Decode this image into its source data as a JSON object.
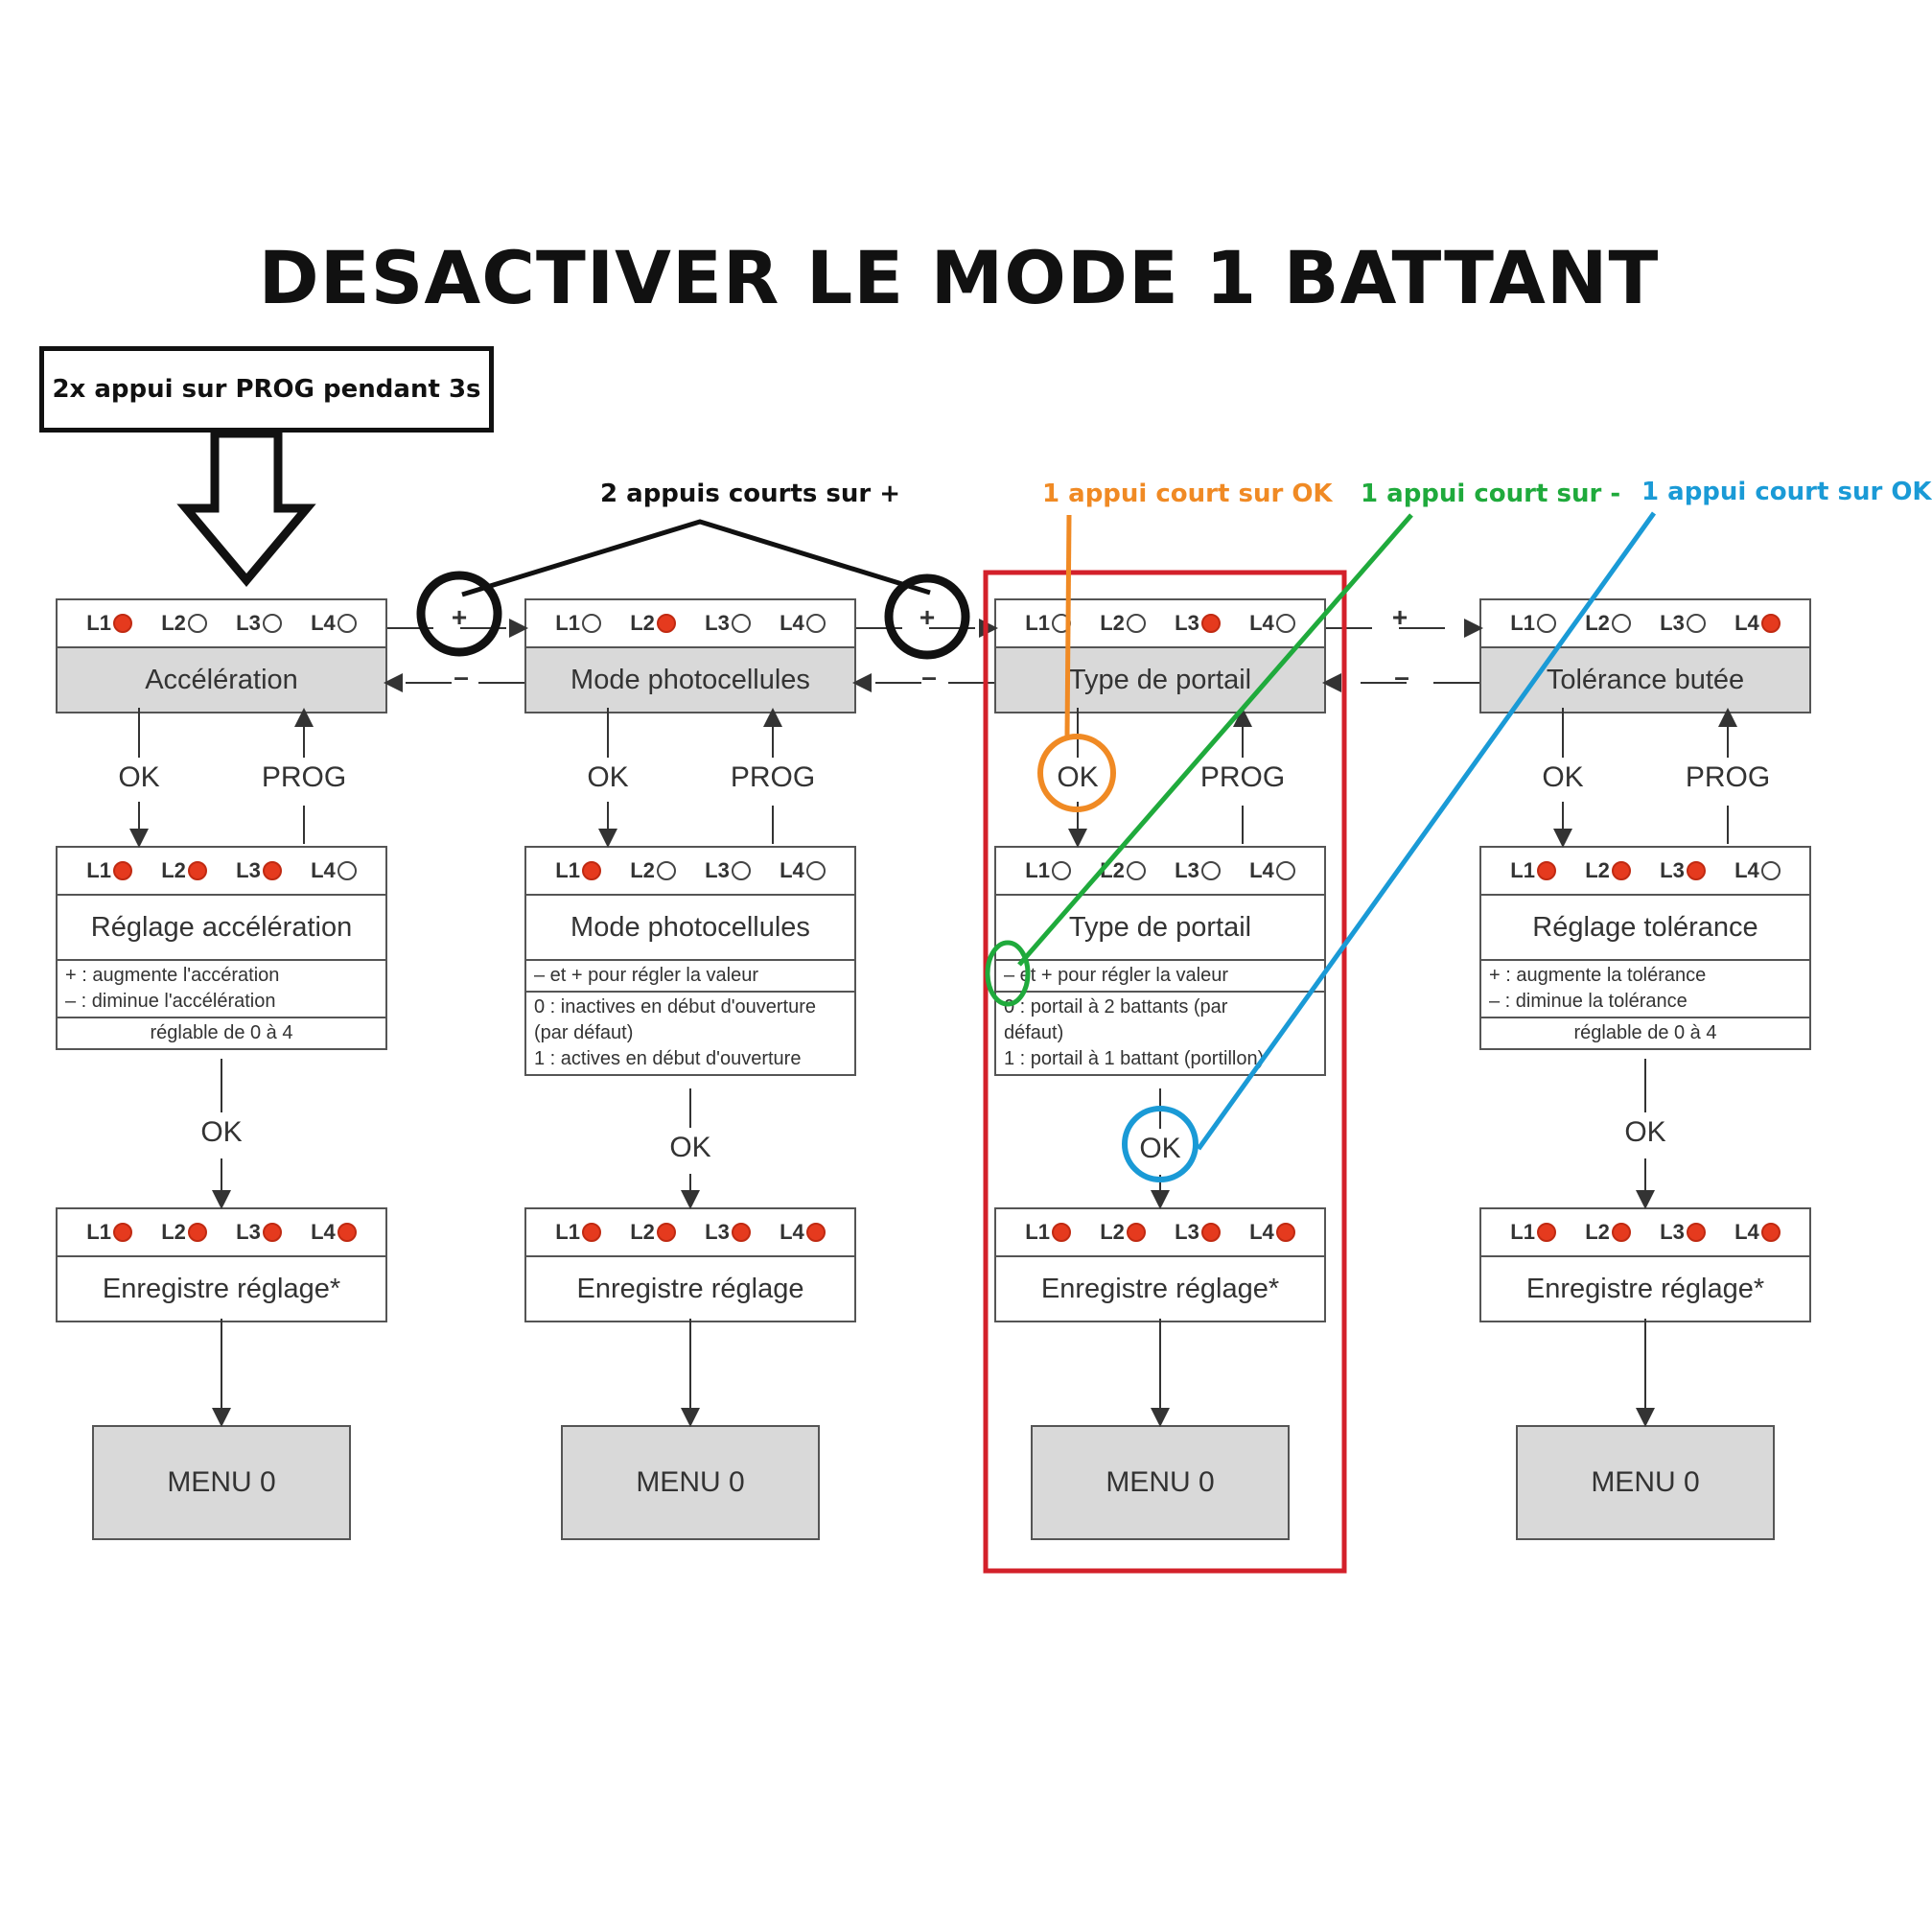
{
  "title": "DESACTIVER LE MODE 1 BATTANT",
  "start_note": "2x appui sur PROG pendant 3s",
  "annotations": {
    "plus_twice": "2 appuis courts sur +",
    "ok_orange": "1 appui court sur OK",
    "minus_green": "1 appui court sur -",
    "ok_blue": "1 appui court sur OK"
  },
  "colors": {
    "orange": "#f08a24",
    "green": "#1faa3c",
    "blue": "#1a9ad6",
    "red_frame": "#d3202a",
    "led_on": "#e53a1e"
  },
  "nav": {
    "ok": "OK",
    "prog": "PROG",
    "plus": "+",
    "minus": "–"
  },
  "columns": [
    {
      "top": {
        "leds": [
          "L1",
          "L2",
          "L3",
          "L4"
        ],
        "on": [
          true,
          false,
          false,
          false
        ],
        "label": "Accélération"
      },
      "setting": {
        "on": [
          true,
          true,
          true,
          false
        ],
        "label": "Réglage accélération",
        "desc1": [
          "+ : augmente l'accération",
          "– : diminue l'accélération"
        ],
        "desc2": [
          "réglable de 0 à 4"
        ]
      },
      "save": {
        "on": [
          true,
          true,
          true,
          true
        ],
        "label": "Enregistre réglage*"
      },
      "menu": "MENU 0"
    },
    {
      "top": {
        "leds": [
          "L1",
          "L2",
          "L3",
          "L4"
        ],
        "on": [
          false,
          true,
          false,
          false
        ],
        "label": "Mode photocellules"
      },
      "setting": {
        "on": [
          true,
          false,
          false,
          false
        ],
        "label": "Mode photocellules",
        "desc1": [
          "– et + pour régler la valeur"
        ],
        "desc2": [
          "0 : inactives en début d'ouverture",
          "(par défaut)",
          "1 : actives en début d'ouverture"
        ]
      },
      "save": {
        "on": [
          true,
          true,
          true,
          true
        ],
        "label": "Enregistre réglage"
      },
      "menu": "MENU 0"
    },
    {
      "top": {
        "leds": [
          "L1",
          "L2",
          "L3",
          "L4"
        ],
        "on": [
          false,
          false,
          true,
          false
        ],
        "label": "Type de portail"
      },
      "setting": {
        "on": [
          false,
          false,
          false,
          false
        ],
        "label": "Type de portail",
        "desc1": [
          "– et + pour régler la valeur"
        ],
        "desc2": [
          "0 : portail à 2 battants (par",
          "défaut)",
          "1 : portail à 1 battant (portillon)"
        ]
      },
      "save": {
        "on": [
          true,
          true,
          true,
          true
        ],
        "label": "Enregistre réglage*"
      },
      "menu": "MENU 0"
    },
    {
      "top": {
        "leds": [
          "L1",
          "L2",
          "L3",
          "L4"
        ],
        "on": [
          false,
          false,
          false,
          true
        ],
        "label": "Tolérance butée"
      },
      "setting": {
        "on": [
          true,
          true,
          true,
          false
        ],
        "label": "Réglage tolérance",
        "desc1": [
          "+ : augmente la tolérance",
          "– : diminue la tolérance"
        ],
        "desc2": [
          "réglable de 0 à 4"
        ]
      },
      "save": {
        "on": [
          true,
          true,
          true,
          true
        ],
        "label": "Enregistre réglage*"
      },
      "menu": "MENU 0"
    }
  ]
}
